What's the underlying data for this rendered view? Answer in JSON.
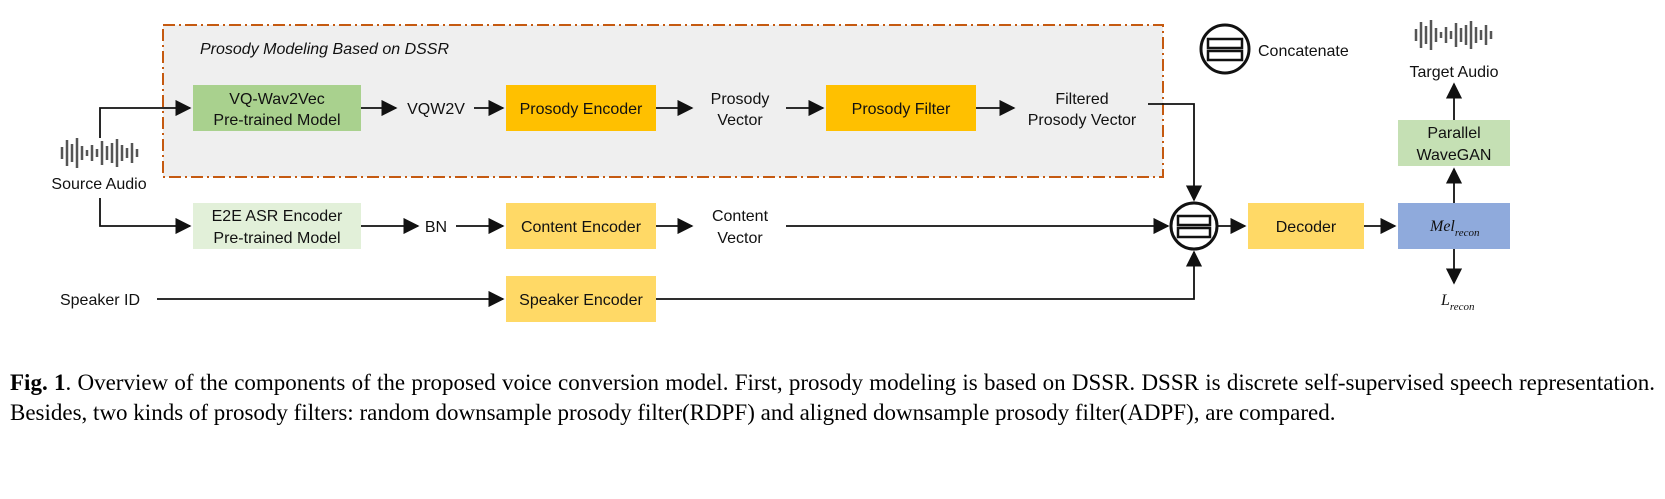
{
  "region": {
    "label": "Prosody Modeling Based on DSSR"
  },
  "legend": {
    "label": "Concatenate"
  },
  "source": {
    "label": "Source Audio"
  },
  "target": {
    "label": "Target Audio"
  },
  "boxes": {
    "vq_wav2vec": {
      "line1": "VQ-Wav2Vec",
      "line2": "Pre-trained Model"
    },
    "prosody_encoder": {
      "label": "Prosody Encoder"
    },
    "prosody_filter": {
      "label": "Prosody Filter"
    },
    "asr_encoder": {
      "line1": "E2E ASR Encoder",
      "line2": "Pre-trained Model"
    },
    "content_encoder": {
      "label": "Content Encoder"
    },
    "speaker_encoder": {
      "label": "Speaker Encoder"
    },
    "decoder": {
      "label": "Decoder"
    },
    "parallel_wavegan": {
      "line1": "Parallel",
      "line2": "WaveGAN"
    },
    "mel": {
      "base": "Mel",
      "sub": "recon"
    }
  },
  "labels": {
    "vqw2v": "VQW2V",
    "prosody_vector": {
      "line1": "Prosody",
      "line2": "Vector"
    },
    "filtered_prosody_vector": {
      "line1": "Filtered",
      "line2": "Prosody Vector"
    },
    "bn": "BN",
    "content_vector": {
      "line1": "Content",
      "line2": "Vector"
    },
    "speaker_id": "Speaker ID",
    "loss": {
      "base": "L",
      "sub": "recon"
    }
  },
  "caption": {
    "fig_label": "Fig. 1",
    "text": ".  Overview of the components of the proposed voice conversion model.  First, prosody modeling is based on DSSR. DSSR is discrete self-supervised speech representation.  Besides, two kinds of prosody filters: random downsample prosody filter(RDPF) and aligned downsample prosody filter(ADPF), are compared."
  },
  "colors": {
    "green_box": "#a9d18e",
    "light_green_box": "#e2f0d9",
    "orange_box": "#ffc000",
    "yellow_box": "#ffd966",
    "blue_box": "#8faadc",
    "region_border": "#c55a11"
  }
}
